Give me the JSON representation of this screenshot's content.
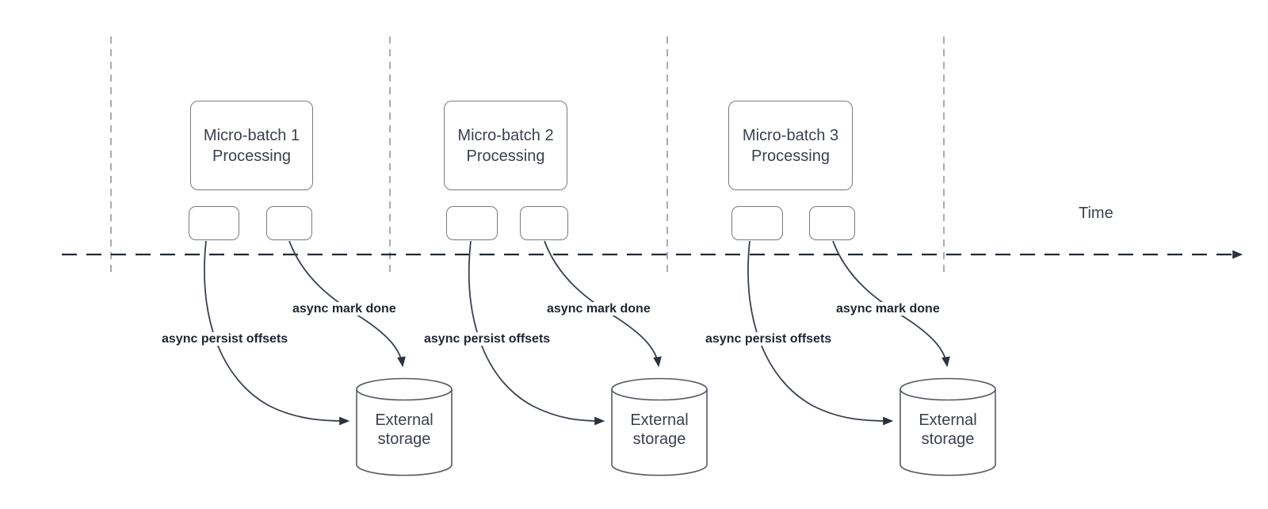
{
  "diagram": {
    "title_hint": "Micro-batch processing timeline with async offset persistence",
    "time_label": "Time",
    "groups": [
      {
        "box_line1": "Micro-batch 1",
        "box_line2": "Processing",
        "persist_label": "async persist offsets",
        "mark_label": "async mark done",
        "storage_line1": "External",
        "storage_line2": "storage"
      },
      {
        "box_line1": "Micro-batch 2",
        "box_line2": "Processing",
        "persist_label": "async persist offsets",
        "mark_label": "async mark done",
        "storage_line1": "External",
        "storage_line2": "storage"
      },
      {
        "box_line1": "Micro-batch 3",
        "box_line2": "Processing",
        "persist_label": "async persist offsets",
        "mark_label": "async mark done",
        "storage_line1": "External",
        "storage_line2": "storage"
      }
    ],
    "colors": {
      "background": "#ffffff",
      "shape_border": "#777b80",
      "cylinder_border": "#565c64",
      "arrow_stroke": "#3a414d",
      "arrowhead_fill": "#2d333d",
      "bold_label_text": "#1f2530",
      "node_text": "#3b414c",
      "timeline_stroke": "#23282f",
      "gridline_stroke": "#aaacae"
    }
  }
}
